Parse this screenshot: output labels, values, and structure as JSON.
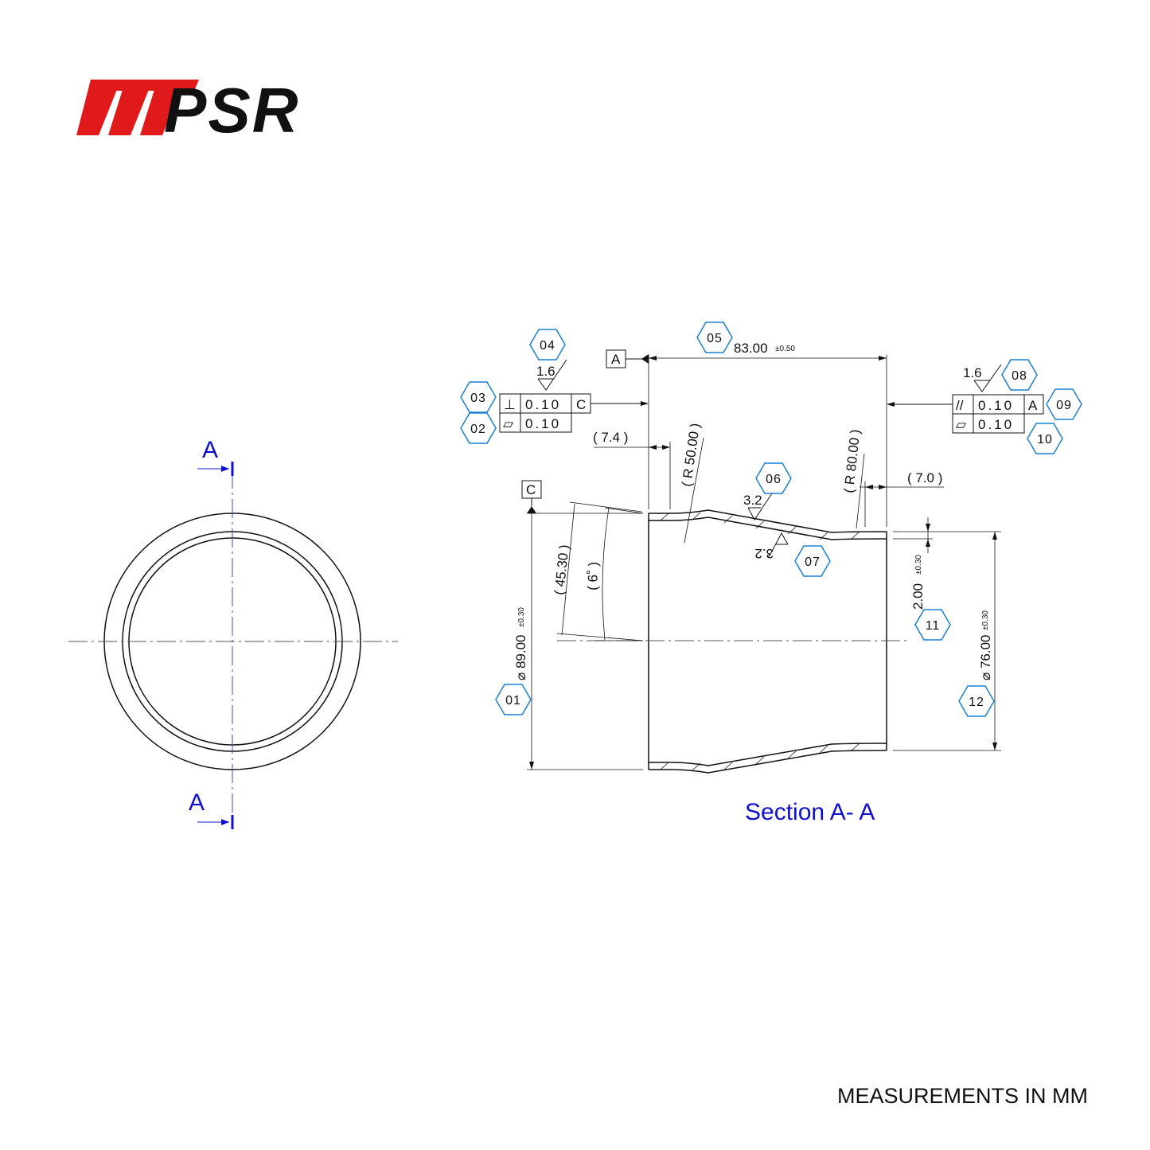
{
  "brand": {
    "logo_text": "PSR",
    "colors": {
      "red": "#e01a1a",
      "dark": "#111111"
    }
  },
  "colors": {
    "blue_label": "#1010cc",
    "bubble_stroke": "#1a7fd0",
    "line": "#111111",
    "center_line": "#1a4fd0"
  },
  "front_view": {
    "section_mark_top": "A",
    "section_mark_bottom": "A"
  },
  "section_view": {
    "title": "Section A- A",
    "datum_a": "A",
    "datum_c": "C",
    "dims": {
      "length": "83.00",
      "length_tol": "±0.50",
      "left_offset": "( 7.4 )",
      "right_offset": "( 7.0 )",
      "radius_small": "( R 50.00 )",
      "radius_large": "( R 80.00 )",
      "slant_length": "( 45.30 )",
      "taper_angle": "( 6˚ )",
      "dia_large": "⌀ 89.00",
      "dia_large_tol": "±0.30",
      "dia_small": "⌀ 76.00",
      "dia_small_tol": "±0.30",
      "wall": "2.00",
      "wall_tol": "±0.30"
    },
    "roughness": {
      "top_left": "1.6",
      "top_right": "1.6",
      "outer": "3.2",
      "inner": "3.2"
    },
    "fcf_left": {
      "row1_symbol": "⊥",
      "row1_value": "0.10",
      "row1_datum": "C",
      "row2_symbol": "▱",
      "row2_value": "0.10"
    },
    "fcf_right": {
      "row1_symbol": "//",
      "row1_value": "0.10",
      "row1_datum": "A",
      "row2_symbol": "▱",
      "row2_value": "0.10"
    },
    "bubbles": [
      "01",
      "02",
      "03",
      "04",
      "05",
      "06",
      "07",
      "08",
      "09",
      "10",
      "11",
      "12"
    ]
  },
  "footer": {
    "note": "MEASUREMENTS IN MM"
  }
}
